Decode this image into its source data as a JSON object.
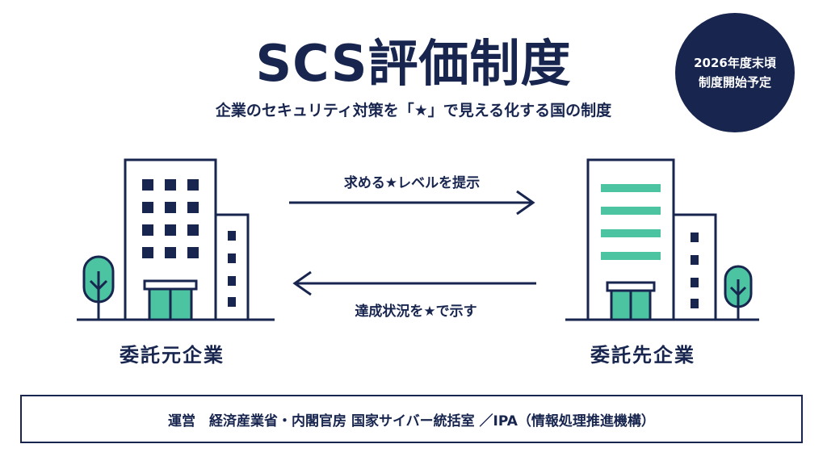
{
  "title": "SCS評価制度",
  "subtitle": "企業のセキュリティ対策を「★」で見える化する国の制度",
  "badge": {
    "line1": "2026年度末頃",
    "line2": "制度開始予定"
  },
  "arrows": {
    "top_label": "求める★レベルを提示",
    "bottom_label": "達成状況を★で示す"
  },
  "companies": {
    "left": "委託元企業",
    "right": "委託先企業"
  },
  "footer": "運営　経済産業省・内閣官房 国家サイバー統括室 ／IPA（情報処理推進機構）",
  "colors": {
    "navy": "#17254f",
    "accent_green": "#4cc4a2"
  }
}
